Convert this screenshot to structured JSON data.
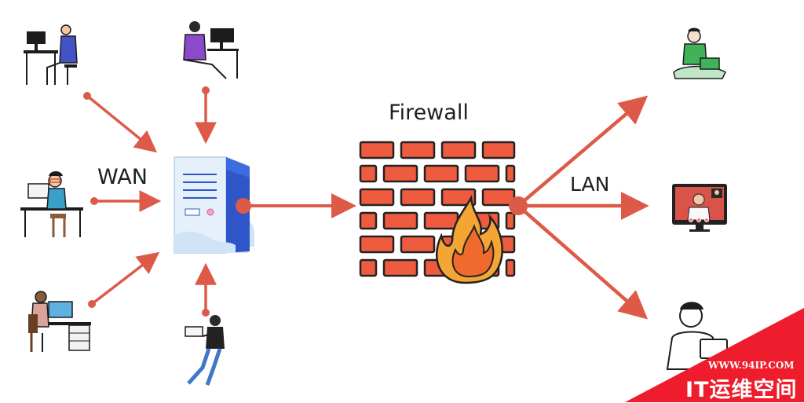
{
  "labels": {
    "wan": "WAN",
    "firewall": "Firewall",
    "lan": "LAN"
  },
  "watermark": {
    "url": "WWW.94IP.COM",
    "text": "IT运维空间"
  },
  "colors": {
    "arrow": "#dd5a48",
    "brick": "#ef5b3f",
    "brick_outline": "#222222",
    "flame_outer": "#f4a534",
    "flame_inner": "#ef6a2c",
    "server_face": "#e6f0fb",
    "server_side": "#2f56c8",
    "watermark_bg": "#ee1c2c"
  },
  "icons": {
    "wan_users": [
      "person-at-desk-icon",
      "person-at-desk-icon",
      "person-at-desk-icon",
      "person-at-desk-icon",
      "person-with-laptop-icon"
    ],
    "server": "server-icon",
    "firewall": "firewall-icon",
    "lan_users": [
      "person-with-laptop-icon",
      "video-call-monitor-icon",
      "person-with-laptop-icon"
    ]
  }
}
